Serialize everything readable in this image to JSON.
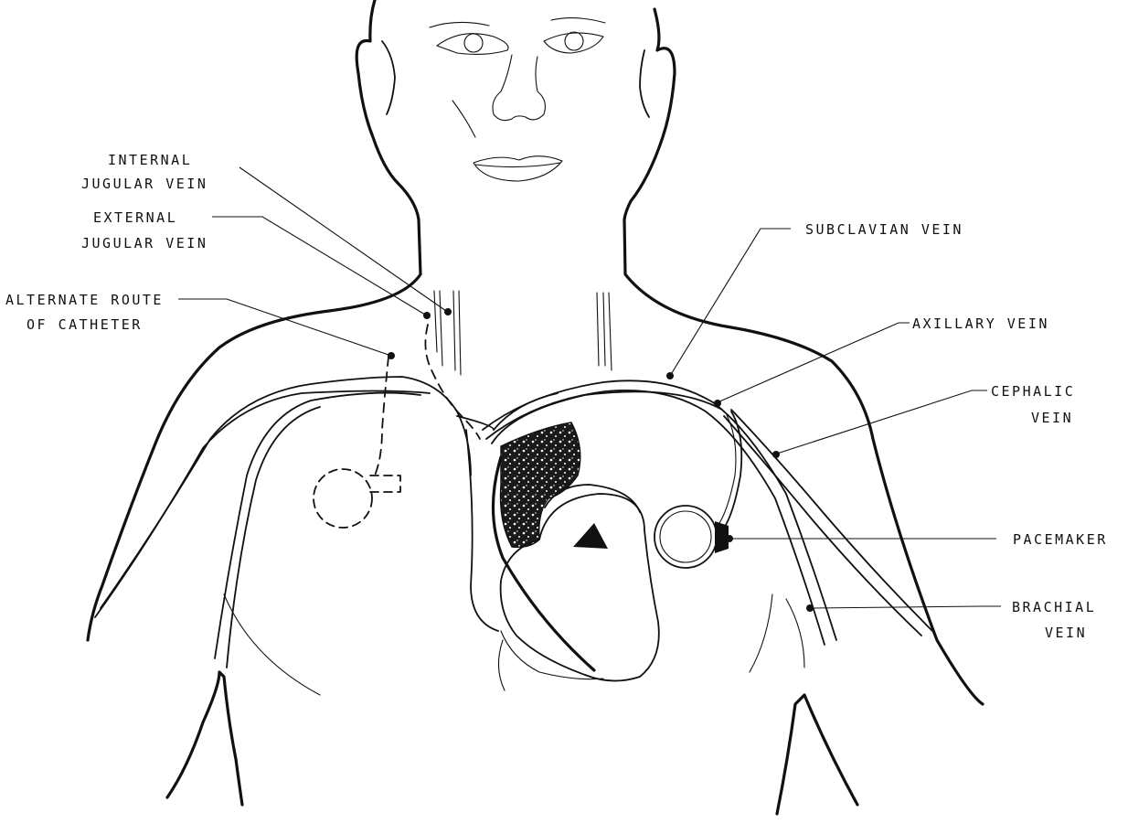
{
  "labels": {
    "internal_jugular": [
      "INTERNAL",
      "JUGULAR VEIN"
    ],
    "external_jugular": [
      "EXTERNAL",
      "JUGULAR VEIN"
    ],
    "alternate_route": [
      "ALTERNATE ROUTE",
      "OF CATHETER"
    ],
    "subclavian": [
      "SUBCLAVIAN VEIN"
    ],
    "axillary": [
      "AXILLARY VEIN"
    ],
    "cephalic": [
      "CEPHALIC",
      "VEIN"
    ],
    "pacemaker": [
      "PACEMAKER"
    ],
    "brachial": [
      "BRACHIAL",
      "VEIN"
    ]
  }
}
